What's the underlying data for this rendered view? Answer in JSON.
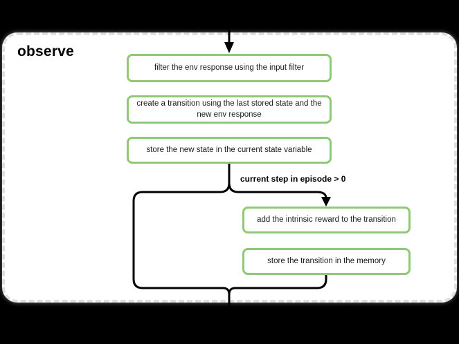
{
  "group": {
    "title": "observe"
  },
  "condition": {
    "label": "current step in episode > 0"
  },
  "nodes": {
    "filter": {
      "label": "filter the env response using the input filter"
    },
    "create_transition": {
      "label": [
        "create a transition using the last stored state and the",
        "new env response"
      ]
    },
    "store_state": {
      "label": "store the new state in the current state variable"
    },
    "add_reward": {
      "label": "add the intrinsic reward to the transition"
    },
    "store_transition": {
      "label": "store the transition in the memory"
    }
  },
  "colors": {
    "node_border": "#8fc976",
    "node_fill": "#ffffff",
    "connector": "#000000",
    "group_border": "#dfdfdf",
    "group_fill": "#ffffff",
    "canvas_background": "#000000",
    "text": "#1b1b1b"
  }
}
